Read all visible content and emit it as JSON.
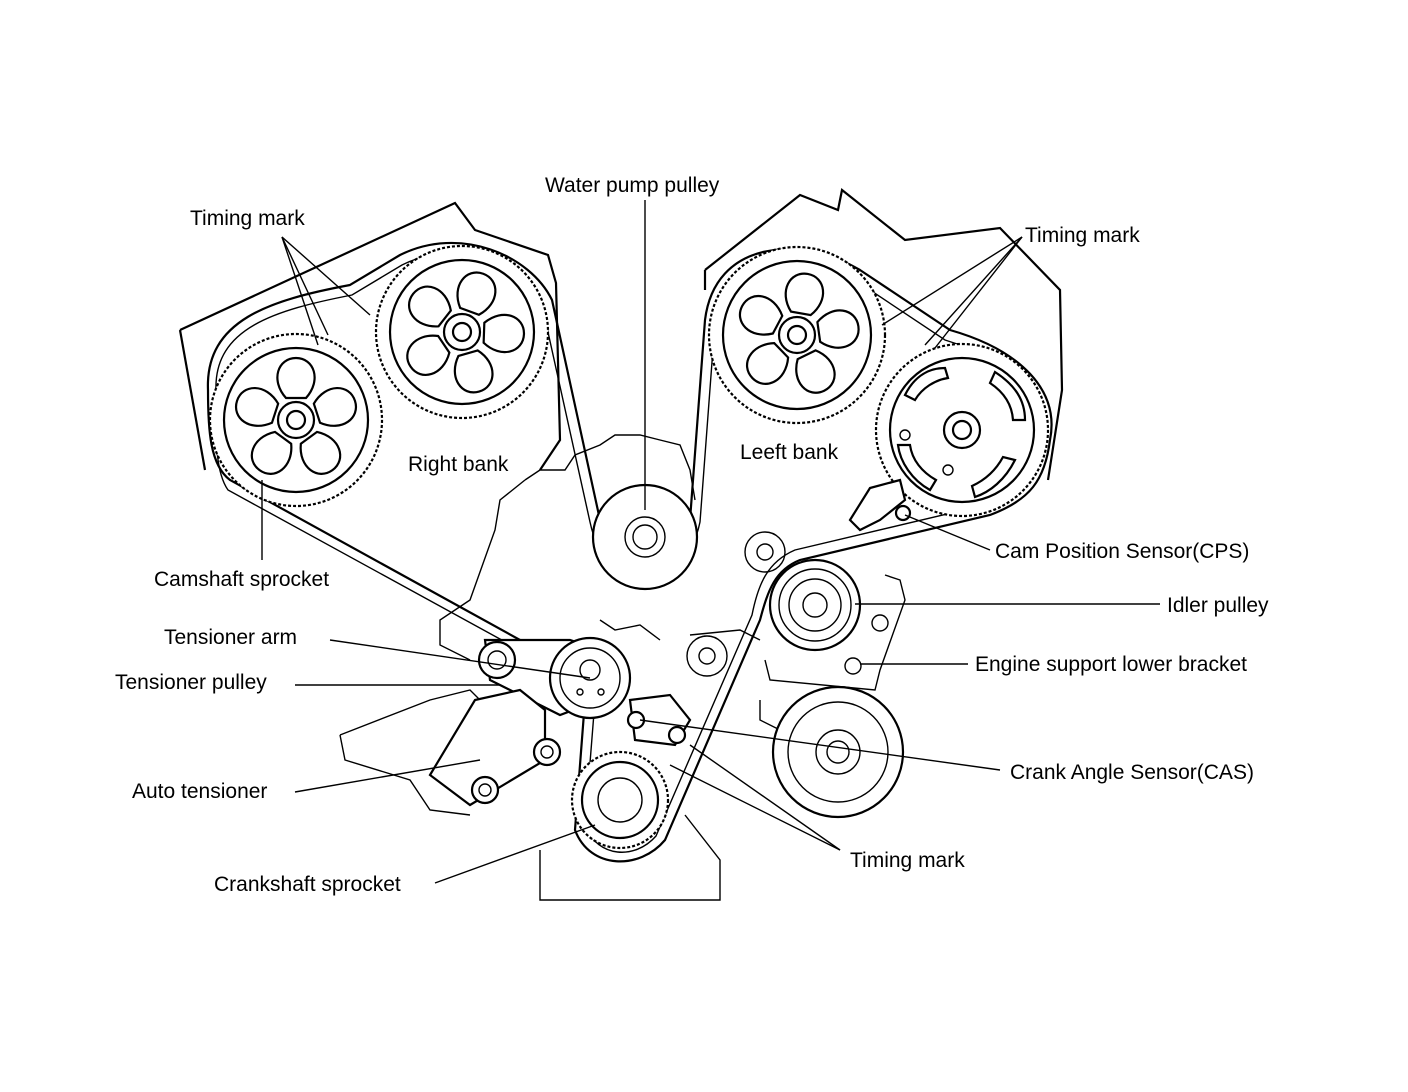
{
  "labels": {
    "water_pump_pulley": "Water pump pulley",
    "timing_mark_top_left": "Timing mark",
    "timing_mark_top_right": "Timing mark",
    "right_bank": "Right bank",
    "left_bank": "Leeft bank",
    "camshaft_sprocket": "Camshaft sprocket",
    "cam_position_sensor": "Cam Position Sensor(CPS)",
    "idler_pulley": "Idler pulley",
    "tensioner_arm": "Tensioner arm",
    "tensioner_pulley": "Tensioner pulley",
    "engine_support_lower_bracket": "Engine support lower bracket",
    "crank_angle_sensor": "Crank Angle Sensor(CAS)",
    "auto_tensioner": "Auto tensioner",
    "timing_mark_bottom": "Timing mark",
    "crankshaft_sprocket": "Crankshaft sprocket"
  }
}
